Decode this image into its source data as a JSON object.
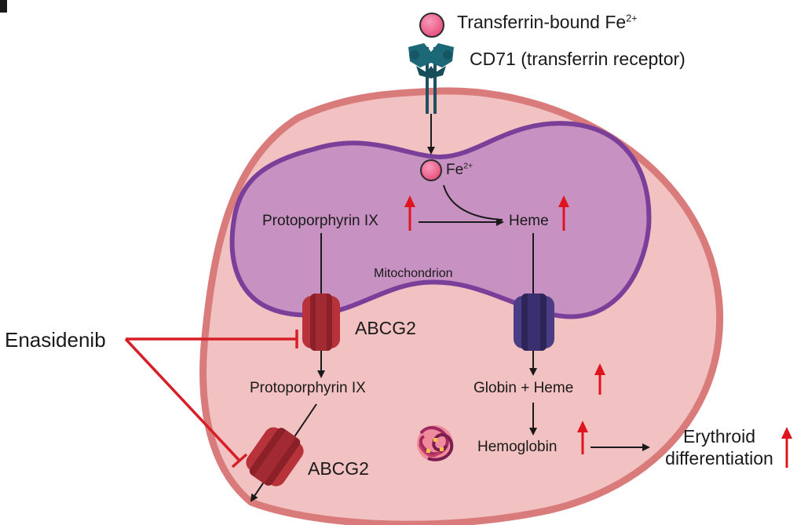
{
  "panel_mark": "I",
  "labels": {
    "transferrin_bound": "Transferrin-bound Fe",
    "transferrin_bound_sup": "2+",
    "cd71": "CD71 (transferrin receptor)",
    "fe": "Fe",
    "fe_sup": "2+",
    "protoporphyrin_mito": "Protoporphyrin IX",
    "heme": "Heme",
    "mitochondrion": "Mitochondrion",
    "abcg2_upper": "ABCG2",
    "enasidenib": "Enasidenib",
    "protoporphyrin_cyto": "Protoporphyrin IX",
    "globin_heme": "Globin + Heme",
    "hemoglobin": "Hemoglobin",
    "abcg2_lower": "ABCG2",
    "erythroid_line1": "Erythroid",
    "erythroid_line2": "differentiation"
  },
  "colors": {
    "cell_fill": "#f2c1c1",
    "cell_border": "#d97b7b",
    "mito_fill": "#c792c1",
    "mito_border": "#7a3f99",
    "abcg2_red": "#b8323a",
    "channel_purple": "#3f3473",
    "inhibition_red": "#d61f26",
    "up_arrow_red": "#e0141e",
    "iron_pink": "#ef6d9a",
    "receptor_teal": "#1d6877"
  }
}
